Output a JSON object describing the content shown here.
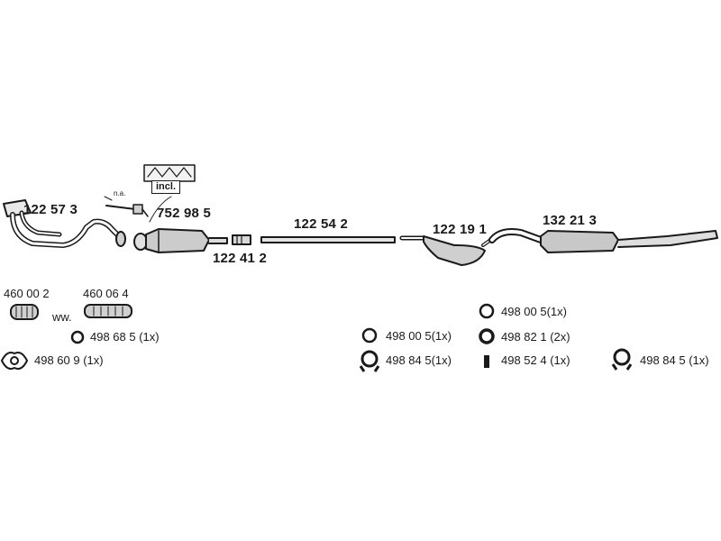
{
  "parts": {
    "front_pipe": "122 57 3",
    "catalyst": "752 98 5",
    "connector": "122 41 2",
    "middle_pipe": "122 54 2",
    "center_silencer": "122 19 1",
    "rear_silencer": "132 21 3"
  },
  "notes": {
    "na": "n.a.",
    "incl": "incl.",
    "ww": "ww."
  },
  "fittings": {
    "gasket_a": "460 00 2",
    "gasket_b": "460 06 4",
    "ring_1": "498 68 5 (1x)",
    "flange_gasket": "498 60 9 (1x)",
    "ring_2": "498 00 5(1x)",
    "mount_1": "498 84 5(1x)",
    "ring_3": "498 00 5(1x)",
    "ring_4": "498 82 1 (2x)",
    "clamp": "498 52 4 (1x)",
    "mount_2": "498 84 5 (1x)"
  }
}
